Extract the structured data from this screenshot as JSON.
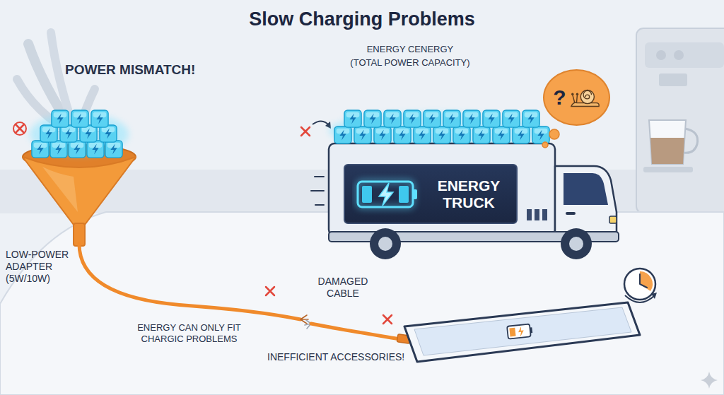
{
  "diagram": {
    "title": "Slow Charging Problems",
    "nodes": [
      {
        "text": [
          "ENERGY TRUCK"
        ]
      },
      {
        "text": [
          "?"
        ]
      }
    ],
    "labels": [
      "POWER MISMATCH!",
      "ENERGY CENERGY",
      "(TOTAL POWER CAPACITY)",
      "LOW-POWER ADAPTER (5W/10W)",
      "DAMAGED CABLE",
      "ENERGY CAN ONLY FIT CHARGIC PROBLEMS",
      "INEFFICIENT ACCESSORIES!"
    ]
  }
}
